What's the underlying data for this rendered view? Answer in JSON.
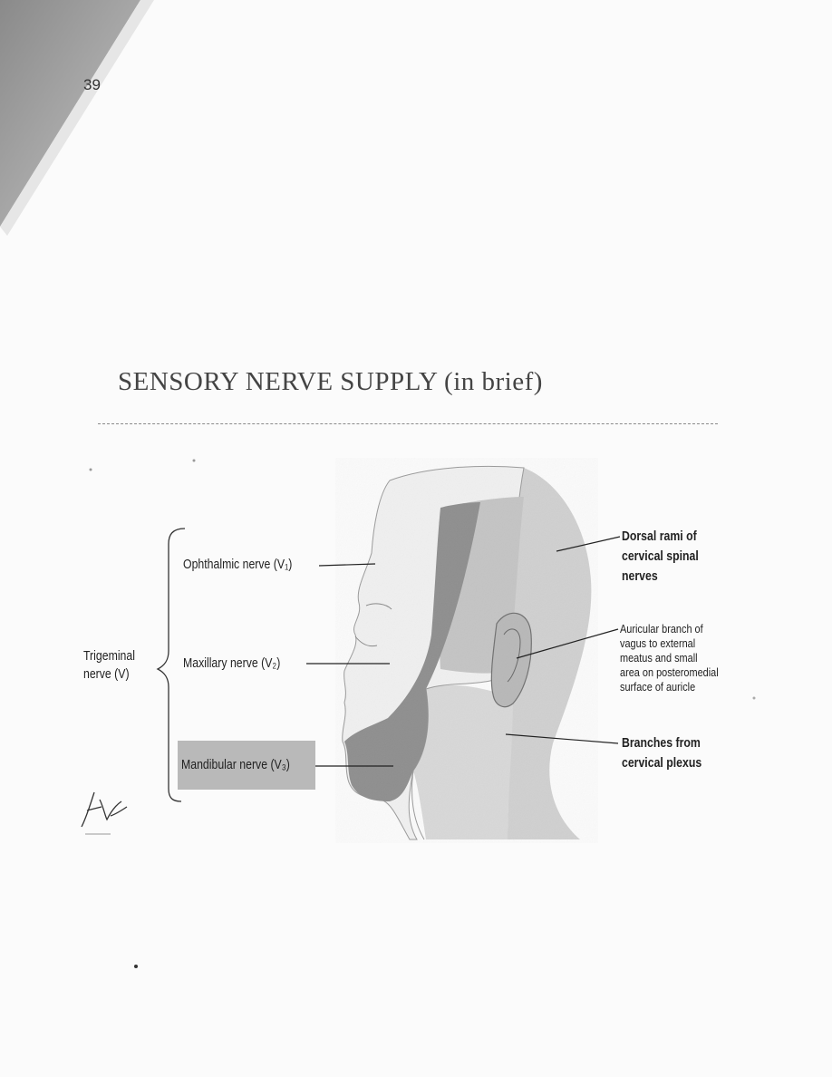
{
  "page": {
    "number": "39"
  },
  "title": "SENSORY NERVE SUPPLY (in brief)",
  "labels": {
    "trigeminal_line1": "Trigeminal",
    "trigeminal_line2": "nerve (V)",
    "ophthalmic": "Ophthalmic nerve (V₁)",
    "maxillary": "Maxillary nerve (V₂)",
    "mandibular": "Mandibular nerve (V₃)",
    "dorsal_line1": "Dorsal rami of",
    "dorsal_line2": "cervical spinal",
    "dorsal_line3": "nerves",
    "auricular_line1": "Auricular branch of",
    "auricular_line2": "vagus to external",
    "auricular_line3": "meatus and small",
    "auricular_line4": "area on posteromedial",
    "auricular_line5": "surface of auricle",
    "cervical_line1": "Branches from",
    "cervical_line2": "cervical plexus"
  },
  "colors": {
    "mandibular_shading": "#8e8e8e",
    "maxillary_shading": "#c9c9c9",
    "cervical_shading": "#d6d6d6",
    "label_box": "#b9b9b9"
  }
}
